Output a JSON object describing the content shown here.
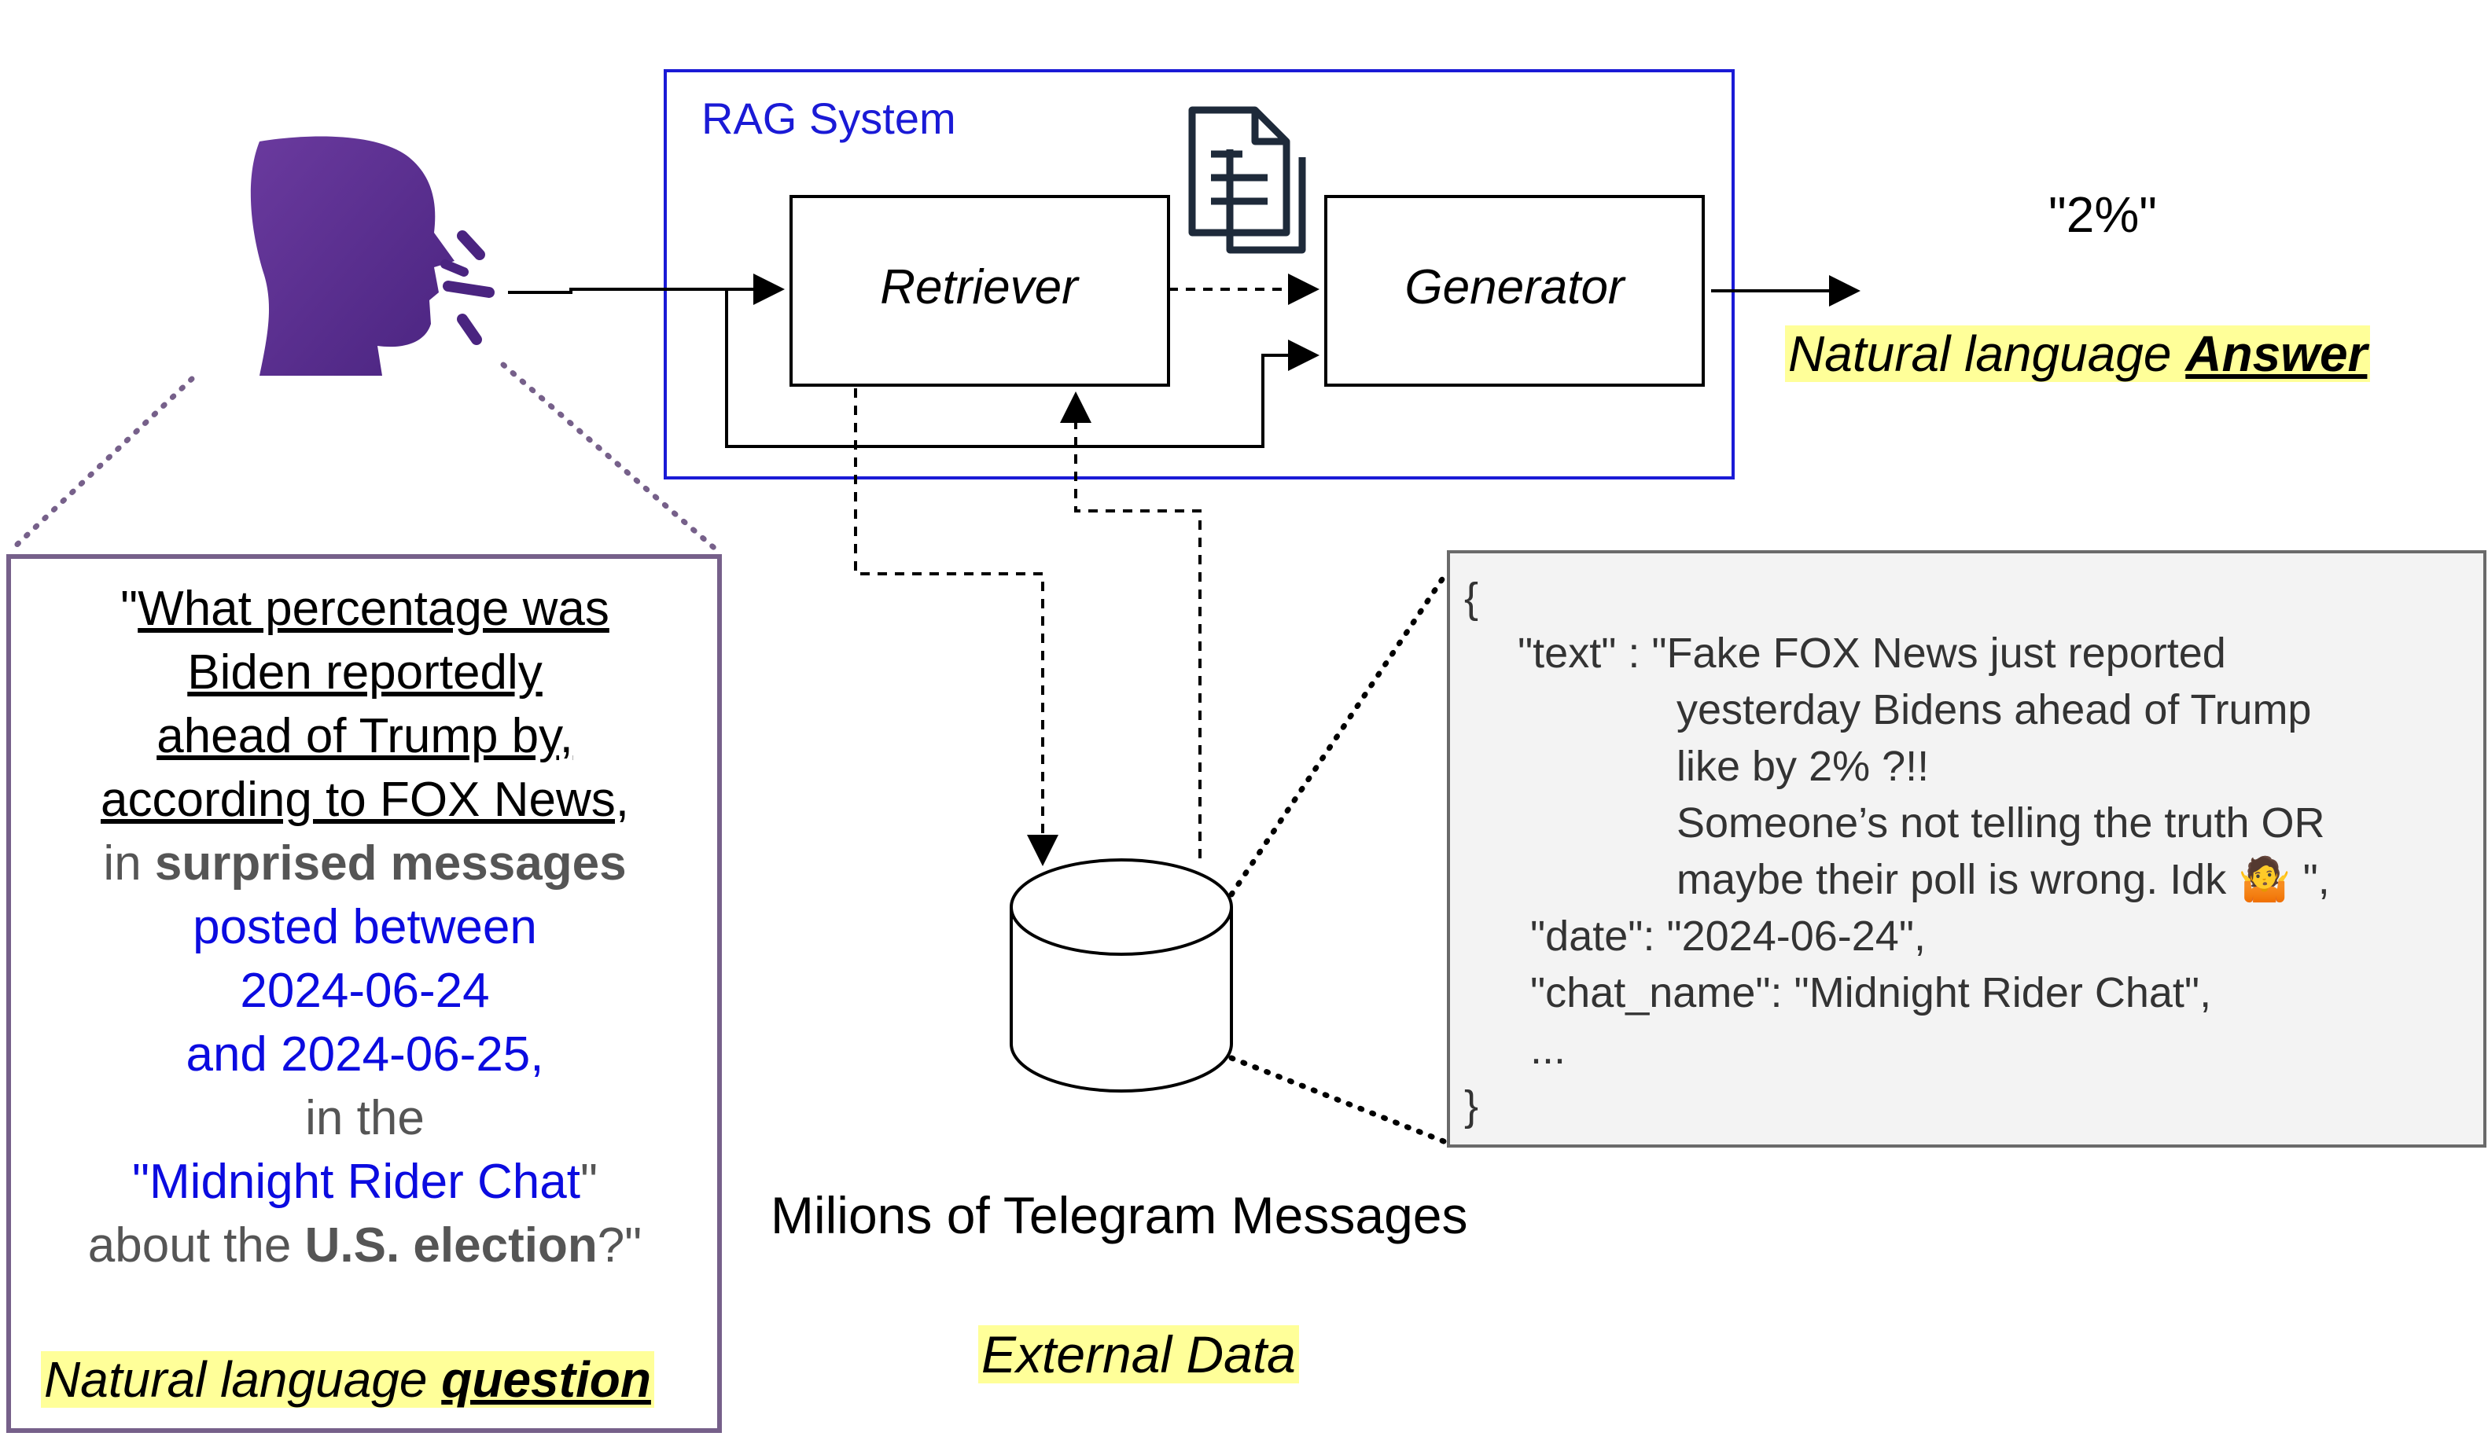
{
  "rag_system": {
    "title": "RAG System",
    "retriever_label": "Retriever",
    "generator_label": "Generator",
    "document_icon": "documents-icon"
  },
  "answer": {
    "value": "\"2%\"",
    "caption_prefix": "Natural language ",
    "caption_emphasis": "Answer"
  },
  "user": {
    "icon": "speaking-head-icon",
    "color": "#5b2d8e"
  },
  "question": {
    "line1": "What percentage was ",
    "line1_quote": "\"",
    "line2": "Biden reportedly ",
    "line3": "ahead of Trump by, ",
    "line4": "according to FOX News, ",
    "line5_prefix": "in ",
    "line5_bold": "surprised messages",
    "line6": "posted between",
    "line7": "2024-06-24",
    "line8": "and 2024-06-25,",
    "line9": "in the",
    "line10_blue": "\"Midnight Rider Chat",
    "line10_end": "\"",
    "line11_prefix": "about the ",
    "line11_bold": "U.S. election",
    "line11_end": "?\"",
    "caption_prefix": "Natural language ",
    "caption_emphasis": "question",
    "border_color": "#76608a"
  },
  "external_data": {
    "db_label": "Milions of Telegram Messages",
    "caption": "External Data",
    "db_icon": "database-cylinder-icon"
  },
  "json_sample": {
    "open_brace": "{",
    "text_key": "\"text\" : \"Fake FOX News just reported",
    "text_line2": "yesterday Bidens ahead of Trump",
    "text_line3": "like by 2% ?!!",
    "text_line4": "Someone’s not telling the truth OR",
    "text_line5_a": "maybe their poll is wrong. Idk ",
    "text_line5_emoji": "🤷",
    "text_line5_b": " \",",
    "date_line": "\"date\": \"2024-06-24\",",
    "chat_line": "\"chat_name\": \"Midnight Rider Chat\",",
    "ellipsis": "...",
    "close_brace": "}"
  },
  "colors": {
    "rag_border": "#1a1ad6",
    "highlight": "#ffff99",
    "json_bg": "#f3f3f3",
    "person_purple": "#5b2d8e"
  }
}
